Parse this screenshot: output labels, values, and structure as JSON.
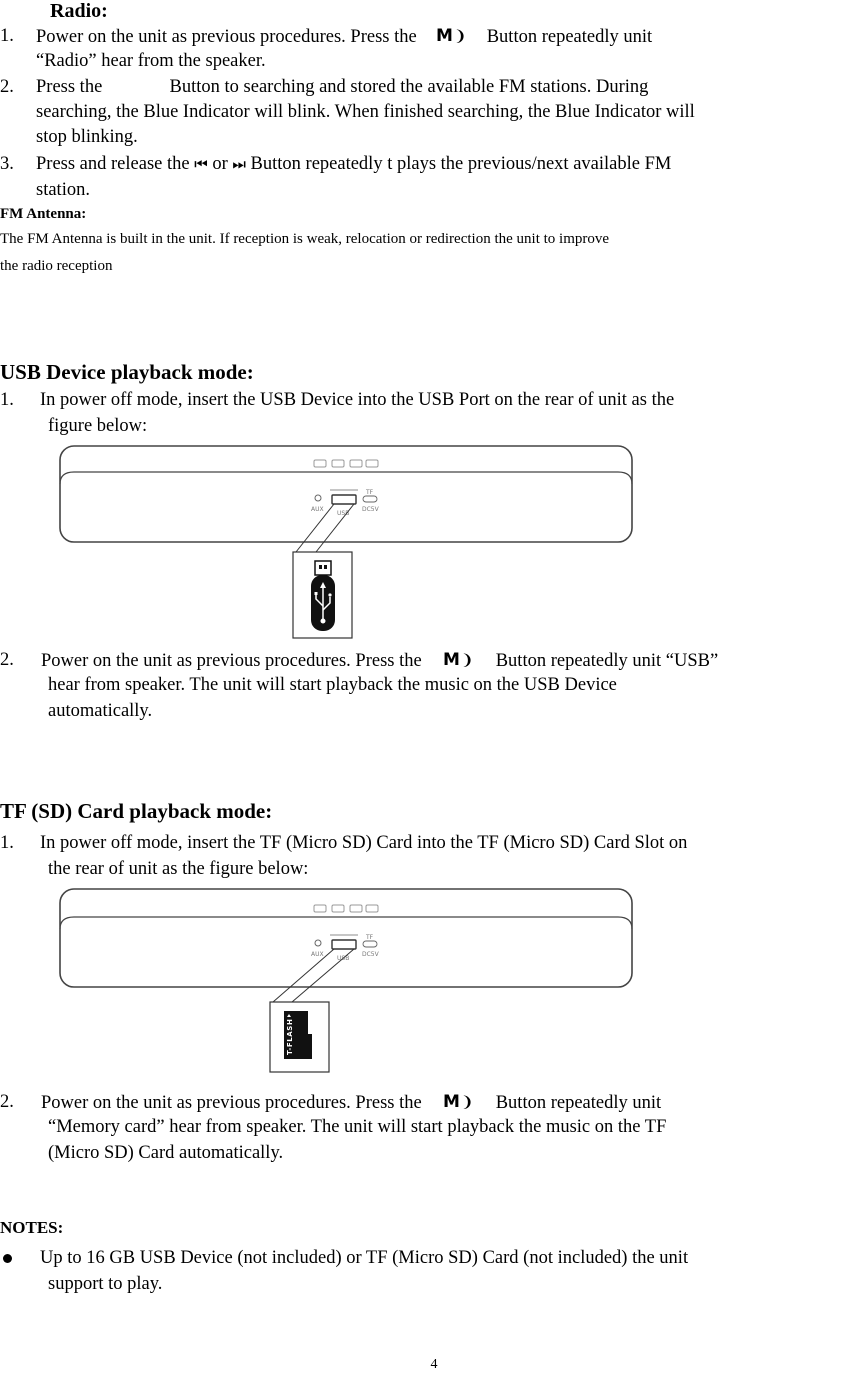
{
  "radio": {
    "heading": "Radio:",
    "items": [
      {
        "num": "1.",
        "before": "Power on the unit as previous procedures. Press the",
        "button": "M",
        "after": "Button repeatedly unit",
        "line2": "“Radio” hear from the speaker."
      },
      {
        "num": "2.",
        "before": "Press the",
        "after": "Button to searching and stored the available FM stations. During",
        "line2": "searching, the Blue Indicator will blink. When finished searching, the Blue Indicator will",
        "line3": "stop blinking."
      },
      {
        "num": "3.",
        "before": "Press and release the",
        "prev_icon": "⏮",
        "or": "or",
        "next_icon": "⏭",
        "after": "Button repeatedly t plays the previous/next available FM",
        "line2": "station."
      }
    ]
  },
  "antenna": {
    "heading": "FM Antenna:",
    "line1": "The FM Antenna is built in the unit. If reception is weak, relocation or redirection the unit to improve",
    "line2": "the radio reception"
  },
  "usb": {
    "heading": "USB Device playback mode:",
    "items": [
      {
        "num": "1.",
        "line1": "In power off mode, insert the USB Device into the USB Port on the rear of unit as the",
        "line2": "figure below:"
      },
      {
        "num": "2.",
        "before": "Power on the unit as previous procedures. Press the",
        "button": "M",
        "after": "Button repeatedly unit “USB”",
        "line2": "hear from speaker. The unit will start playback the music on the USB Device",
        "line3": "automatically."
      }
    ]
  },
  "tf": {
    "heading": "TF (SD) Card playback mode:",
    "items": [
      {
        "num": "1.",
        "line1": "In power off mode, insert the TF (Micro SD) Card into the TF (Micro SD) Card Slot on",
        "line2": "the rear of unit as the figure below:"
      },
      {
        "num": "2.",
        "before": "Power on the unit as previous procedures. Press the",
        "button": "M",
        "after": "Button repeatedly unit",
        "line2": "“Memory card” hear from speaker. The unit will start playback the music on the TF",
        "line3": "(Micro SD) Card automatically."
      }
    ]
  },
  "notes": {
    "heading": "NOTES:",
    "bullet": "Up to 16 GB USB Device (not included) or TF (Micro SD) Card (not included) the unit",
    "bullet_line2": "support to play."
  },
  "figure": {
    "port_aux": "AUX",
    "port_usb": "USB",
    "port_tf": "TF",
    "port_dc": "DC5V",
    "card_label": "T-FLASH"
  },
  "page_number": "4"
}
